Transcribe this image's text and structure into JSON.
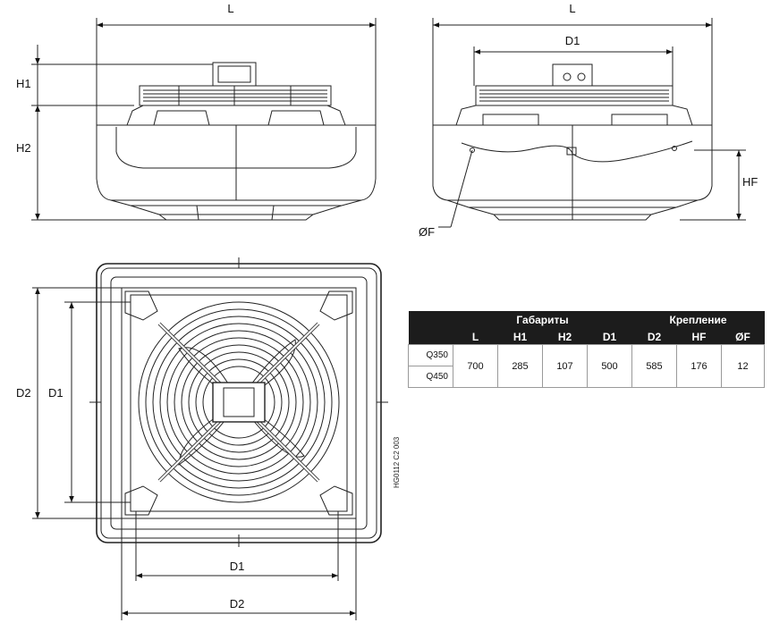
{
  "labels": {
    "L": "L",
    "H1": "H1",
    "H2": "H2",
    "D1": "D1",
    "D2": "D2",
    "HF": "HF",
    "OF": "ØF"
  },
  "drawing_ref": "HG0112 C2 003",
  "table": {
    "group_headers": [
      "Габариты",
      "Крепление"
    ],
    "columns": [
      "L",
      "H1",
      "H2",
      "D1",
      "D2",
      "HF",
      "ØF"
    ],
    "models": [
      "Q350",
      "Q450"
    ],
    "values": [
      "700",
      "285",
      "107",
      "500",
      "585",
      "176",
      "12"
    ]
  }
}
